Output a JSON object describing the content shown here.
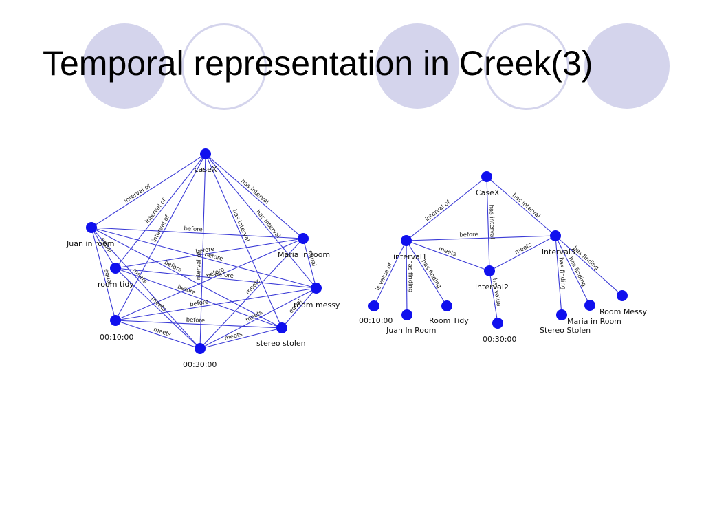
{
  "slide": {
    "title": "Temporal representation in Creek(3)"
  },
  "colors": {
    "decor_circle": "#d4d4ec",
    "node": "#1010ee",
    "edge": "#3b3bd6"
  },
  "left_graph": {
    "nodes": [
      {
        "id": "caseX",
        "label": "caseX"
      },
      {
        "id": "juan",
        "label": "Juan in room"
      },
      {
        "id": "tidy",
        "label": "room tidy"
      },
      {
        "id": "t10",
        "label": "00:10:00"
      },
      {
        "id": "t30",
        "label": "00:30:00"
      },
      {
        "id": "stolen",
        "label": "stereo stolen"
      },
      {
        "id": "messy",
        "label": "room messy"
      },
      {
        "id": "maria",
        "label": "Maria in room"
      }
    ],
    "edges": [
      {
        "from": "caseX",
        "to": "juan",
        "label": "interval of"
      },
      {
        "from": "caseX",
        "to": "tidy",
        "label": "interval of"
      },
      {
        "from": "caseX",
        "to": "t10",
        "label": "interval of"
      },
      {
        "from": "caseX",
        "to": "t30",
        "label": "interval of"
      },
      {
        "from": "caseX",
        "to": "maria",
        "label": "has interval"
      },
      {
        "from": "caseX",
        "to": "messy",
        "label": "has interval"
      },
      {
        "from": "caseX",
        "to": "stolen",
        "label": "has interval"
      },
      {
        "from": "juan",
        "to": "maria",
        "label": "before"
      },
      {
        "from": "juan",
        "to": "messy",
        "label": "before"
      },
      {
        "from": "juan",
        "to": "stolen",
        "label": "before"
      },
      {
        "from": "juan",
        "to": "tidy",
        "label": "equal"
      },
      {
        "from": "juan",
        "to": "t10",
        "label": "equal"
      },
      {
        "from": "juan",
        "to": "t30",
        "label": "meets"
      },
      {
        "from": "tidy",
        "to": "maria",
        "label": "before"
      },
      {
        "from": "tidy",
        "to": "messy",
        "label": "before"
      },
      {
        "from": "tidy",
        "to": "stolen",
        "label": "before"
      },
      {
        "from": "tidy",
        "to": "t30",
        "label": "meets"
      },
      {
        "from": "t10",
        "to": "maria",
        "label": "before"
      },
      {
        "from": "t10",
        "to": "messy",
        "label": "before"
      },
      {
        "from": "t10",
        "to": "stolen",
        "label": "before"
      },
      {
        "from": "t10",
        "to": "t30",
        "label": "meets"
      },
      {
        "from": "t30",
        "to": "stolen",
        "label": "meets"
      },
      {
        "from": "t30",
        "to": "messy",
        "label": "meets"
      },
      {
        "from": "t30",
        "to": "maria",
        "label": "meets"
      },
      {
        "from": "maria",
        "to": "messy",
        "label": "equal"
      },
      {
        "from": "messy",
        "to": "stolen",
        "label": "equal"
      }
    ]
  },
  "right_graph": {
    "nodes": [
      {
        "id": "caseX",
        "label": "CaseX"
      },
      {
        "id": "i1",
        "label": "interval1"
      },
      {
        "id": "i2",
        "label": "interval2"
      },
      {
        "id": "i3",
        "label": "interval3"
      },
      {
        "id": "t10",
        "label": "00:10:00"
      },
      {
        "id": "juan",
        "label": "Juan In Room"
      },
      {
        "id": "tidy",
        "label": "Room Tidy"
      },
      {
        "id": "t30",
        "label": "00:30:00"
      },
      {
        "id": "stolen",
        "label": "Stereo Stolen"
      },
      {
        "id": "maria",
        "label": "Maria in Room"
      },
      {
        "id": "messy",
        "label": "Room Messy"
      }
    ],
    "edges": [
      {
        "from": "caseX",
        "to": "i1",
        "label": "interval of"
      },
      {
        "from": "caseX",
        "to": "i2",
        "label": "has interval"
      },
      {
        "from": "caseX",
        "to": "i3",
        "label": "has interval"
      },
      {
        "from": "i1",
        "to": "i3",
        "label": "before"
      },
      {
        "from": "i1",
        "to": "i2",
        "label": "meets"
      },
      {
        "from": "i2",
        "to": "i3",
        "label": "meets"
      },
      {
        "from": "i1",
        "to": "t10",
        "label": "is value of"
      },
      {
        "from": "i1",
        "to": "juan",
        "label": "has finding"
      },
      {
        "from": "i1",
        "to": "tidy",
        "label": "has finding"
      },
      {
        "from": "i2",
        "to": "t30",
        "label": "has value"
      },
      {
        "from": "i3",
        "to": "stolen",
        "label": "has finding"
      },
      {
        "from": "i3",
        "to": "maria",
        "label": "has finding"
      },
      {
        "from": "i3",
        "to": "messy",
        "label": "has finding"
      }
    ]
  }
}
